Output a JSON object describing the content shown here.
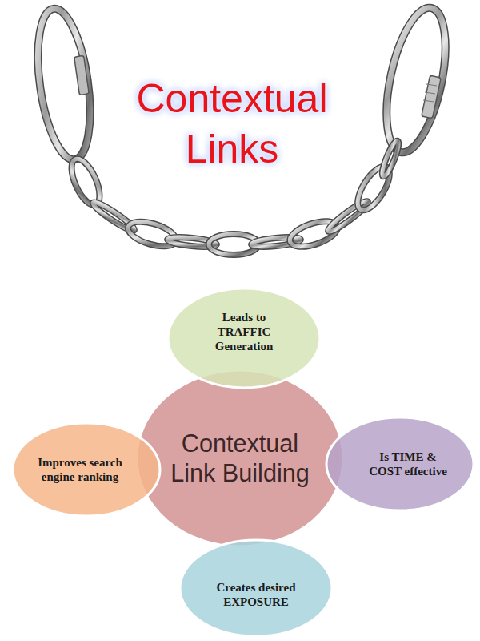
{
  "diagram": {
    "title": "Contextual Links",
    "nodes": [
      {
        "text": [
          "Leads to TRAFFIC Generation"
        ]
      },
      {
        "text": [
          "Improves search engine ranking"
        ]
      },
      {
        "text": [
          "Contextual Link Building"
        ]
      },
      {
        "text": [
          "Is TIME & COST effective"
        ]
      },
      {
        "text": [
          "Creates desired EXPOSURE"
        ]
      }
    ]
  }
}
